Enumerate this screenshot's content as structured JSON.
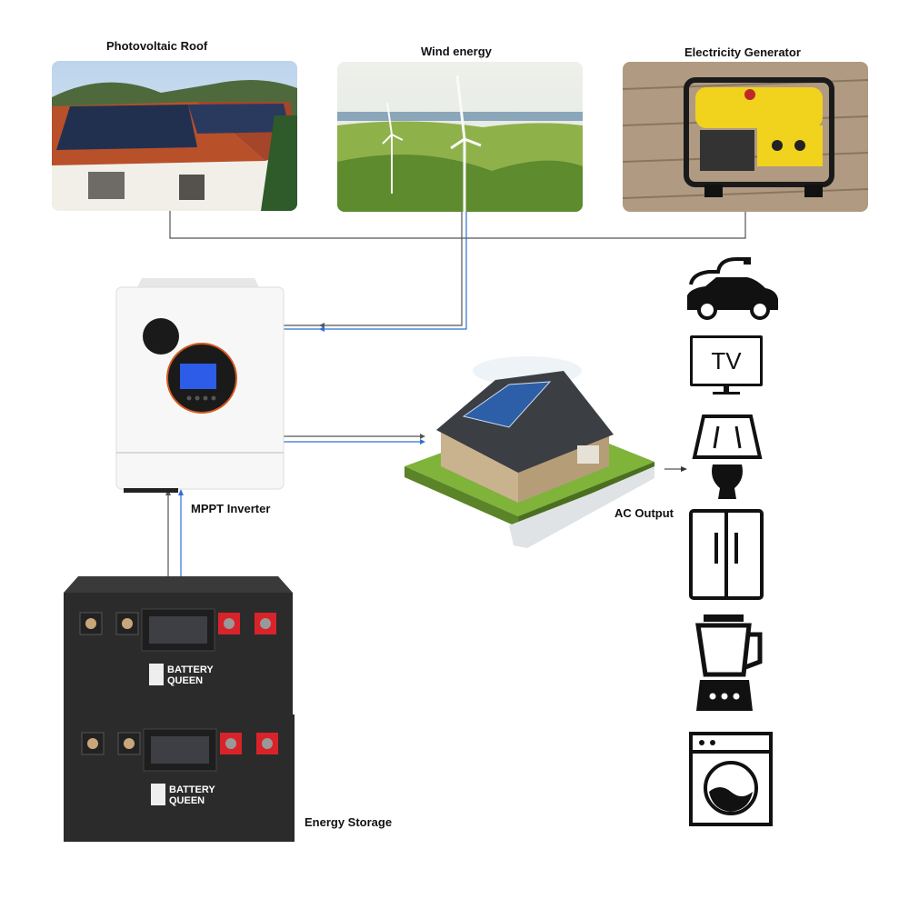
{
  "sources": [
    {
      "label": "Photovoltaic Roof"
    },
    {
      "label": "Wind energy"
    },
    {
      "label": "Electricity Generator"
    }
  ],
  "inverter": {
    "label": "MPPT Inverter"
  },
  "storage": {
    "label": "Energy Storage",
    "brand_line1": "BATTERY",
    "brand_line2": "QUEEN"
  },
  "output": {
    "label": "AC Output",
    "tv_text": "TV"
  },
  "colors": {
    "line_dark": "#555555",
    "line_blue": "#2f6fd6",
    "battery": "#2b2b2b",
    "terminal_red": "#d8232a"
  }
}
